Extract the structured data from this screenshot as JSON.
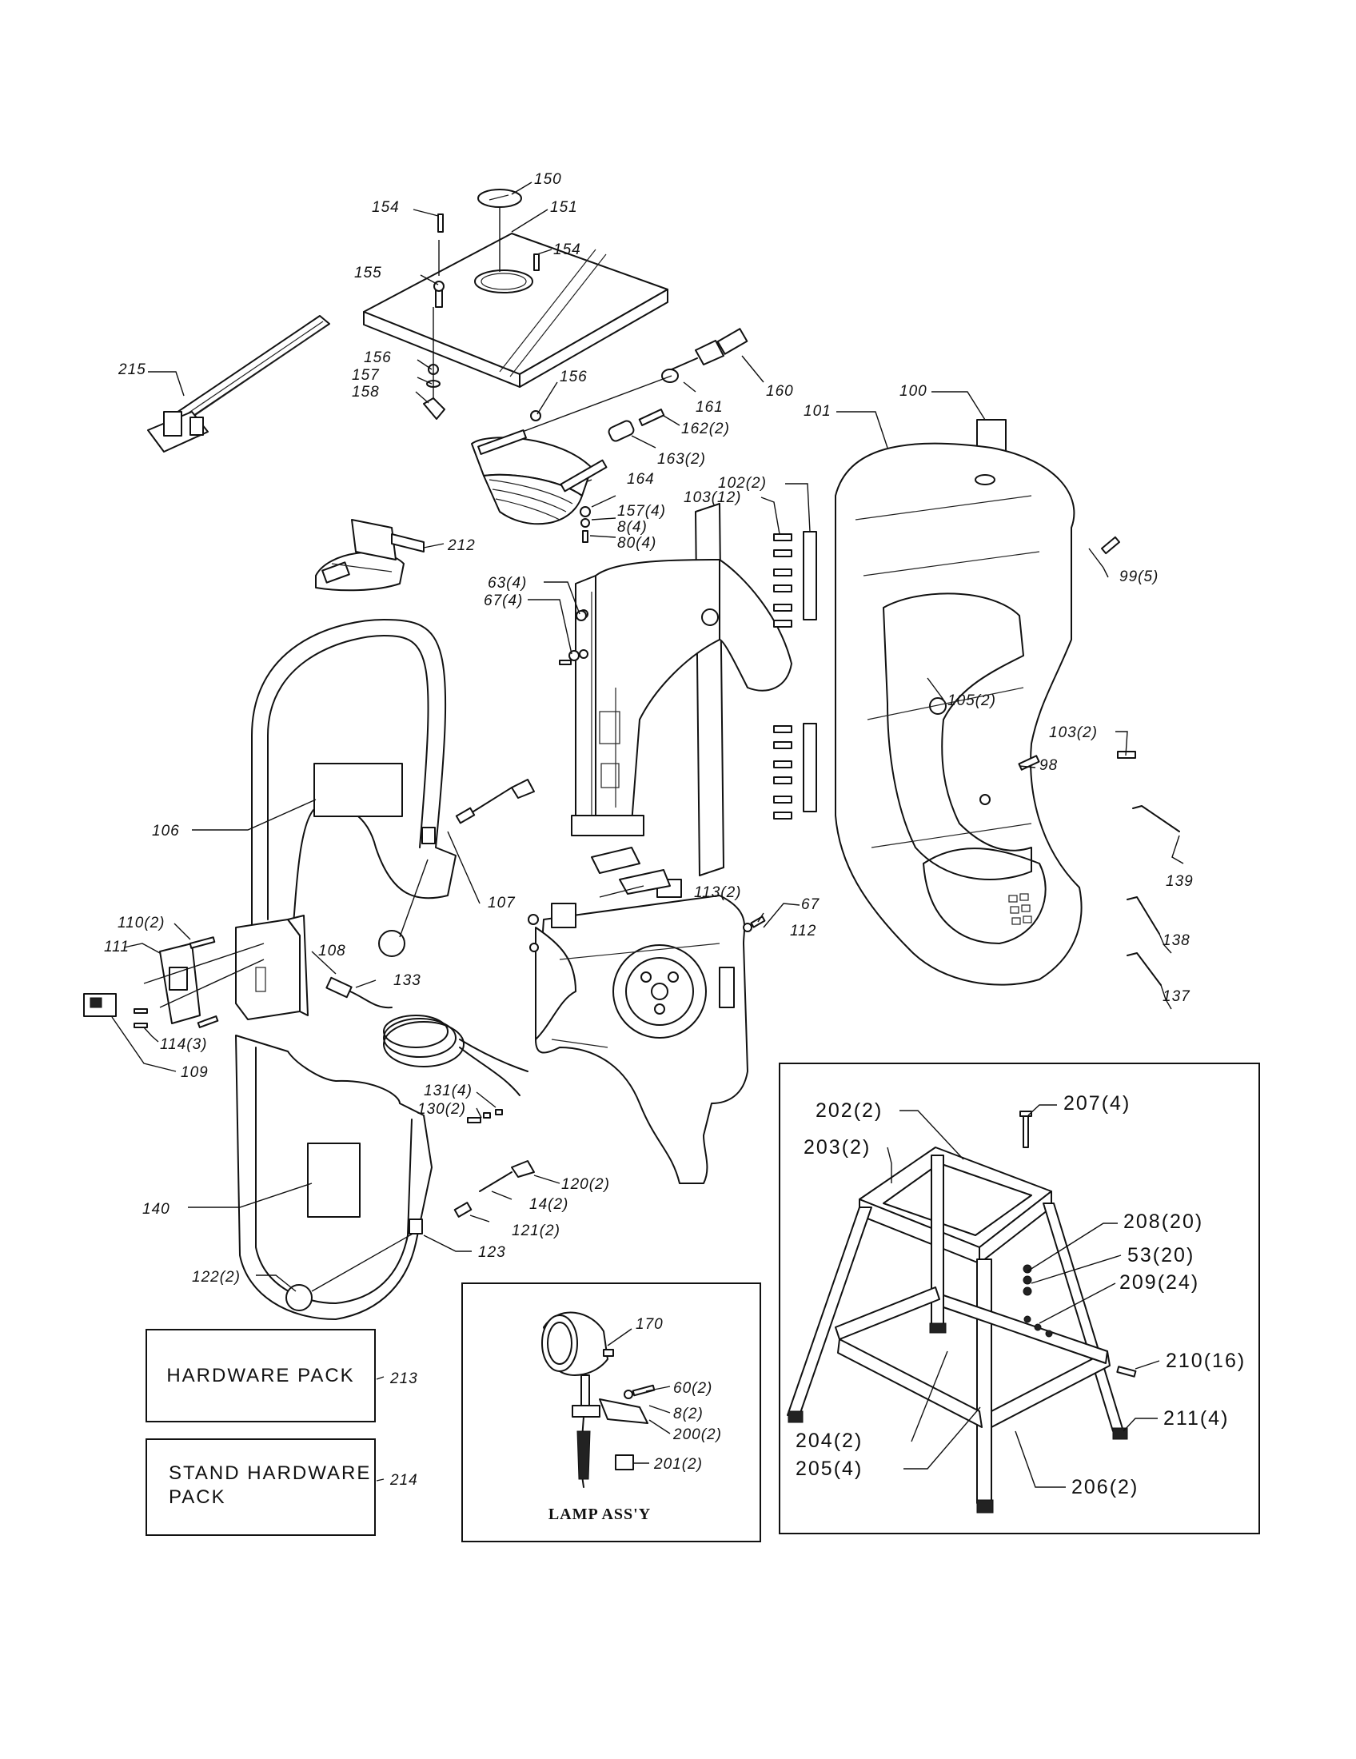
{
  "labels": {
    "p150": "150",
    "p151": "151",
    "p154a": "154",
    "p154b": "154",
    "p155": "155",
    "p156a": "156",
    "p156b": "156",
    "p157": "157",
    "p158": "158",
    "p160": "160",
    "p161": "161",
    "p1622": "162(2)",
    "p1632": "163(2)",
    "p164": "164",
    "p1574": "157(4)",
    "p84": "8(4)",
    "p804": "80(4)",
    "p215": "215",
    "p212": "212",
    "p100": "100",
    "p101": "101",
    "p1022": "102(2)",
    "p10312": "103(12)",
    "p634": "63(4)",
    "p674": "67(4)",
    "p995": "99(5)",
    "p1052": "105(2)",
    "p1032": "103(2)",
    "p98": "98",
    "p106": "106",
    "p107": "107",
    "p1132": "113(2)",
    "p67": "67",
    "p112": "112",
    "p139": "139",
    "p138": "138",
    "p137": "137",
    "p1102": "110(2)",
    "p111": "111",
    "p108": "108",
    "p133": "133",
    "p1143": "114(3)",
    "p109": "109",
    "p1314": "131(4)",
    "p1302": "130(2)",
    "p1202": "120(2)",
    "p142": "14(2)",
    "p1212": "121(2)",
    "p140": "140",
    "p1222": "122(2)",
    "p123": "123",
    "p170": "170",
    "p602": "60(2)",
    "p82": "8(2)",
    "p2002": "200(2)",
    "p2012": "201(2)",
    "p213": "213",
    "p214": "214",
    "p2022": "202(2)",
    "p2032": "203(2)",
    "p2074": "207(4)",
    "p20820": "208(20)",
    "p5320": "53(20)",
    "p20924": "209(24)",
    "p21016": "210(16)",
    "p2114": "211(4)",
    "p2042": "204(2)",
    "p2054": "205(4)",
    "p2062": "206(2)"
  },
  "boxes": {
    "hardware_pack": "HARDWARE PACK",
    "stand_hardware_line1": "STAND HARDWARE",
    "stand_hardware_line2": "PACK",
    "lamp_assembly": "LAMP ASS'Y"
  }
}
